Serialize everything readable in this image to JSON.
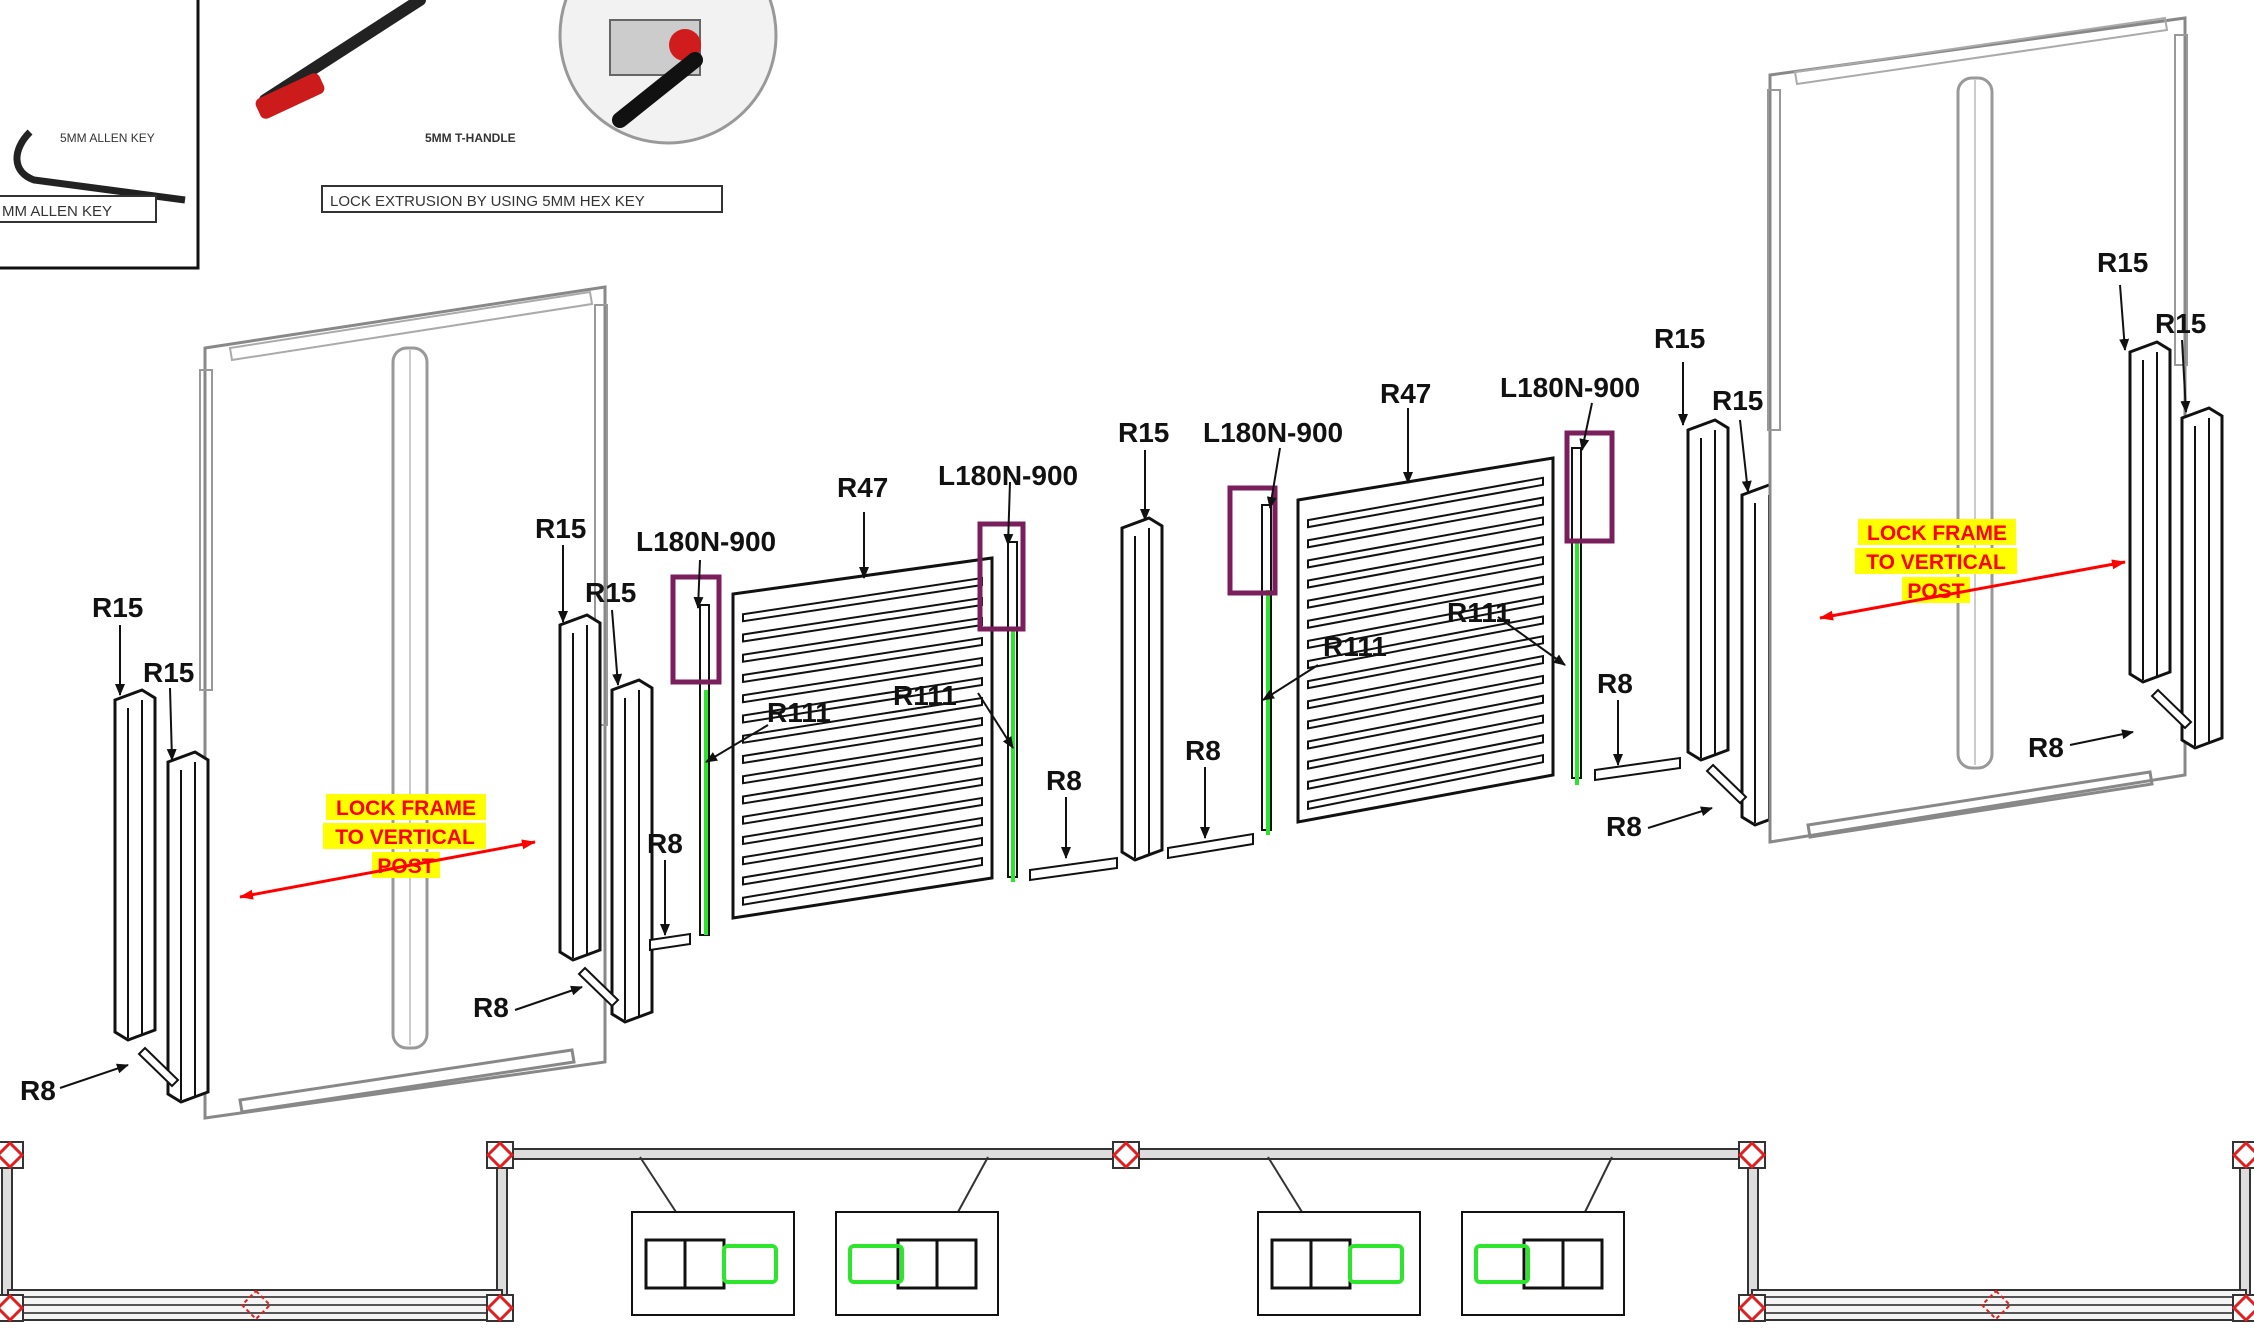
{
  "inset_tools": {
    "allen_key_small": "5MM ALLEN KEY",
    "allen_key_label": "MM ALLEN KEY",
    "t_handle": "5MM T-HANDLE",
    "lock_note": "LOCK EXTRUSION BY USING 5MM HEX KEY"
  },
  "labels": {
    "r15": "R15",
    "r8": "R8",
    "r47": "R47",
    "r111": "R111",
    "l180": "L180N-900"
  },
  "callouts": {
    "lock_line1": "LOCK FRAME",
    "lock_line2": "TO VERTICAL",
    "lock_line3": "POST"
  },
  "colors": {
    "highlight_bg": "#ffff00",
    "highlight_text": "#ff0000",
    "lock_arrow": "#ff0000",
    "clip_box": "#7b1f5c",
    "green_insert": "#2ee52e",
    "line": "#111111",
    "frame_gray": "#888888"
  }
}
